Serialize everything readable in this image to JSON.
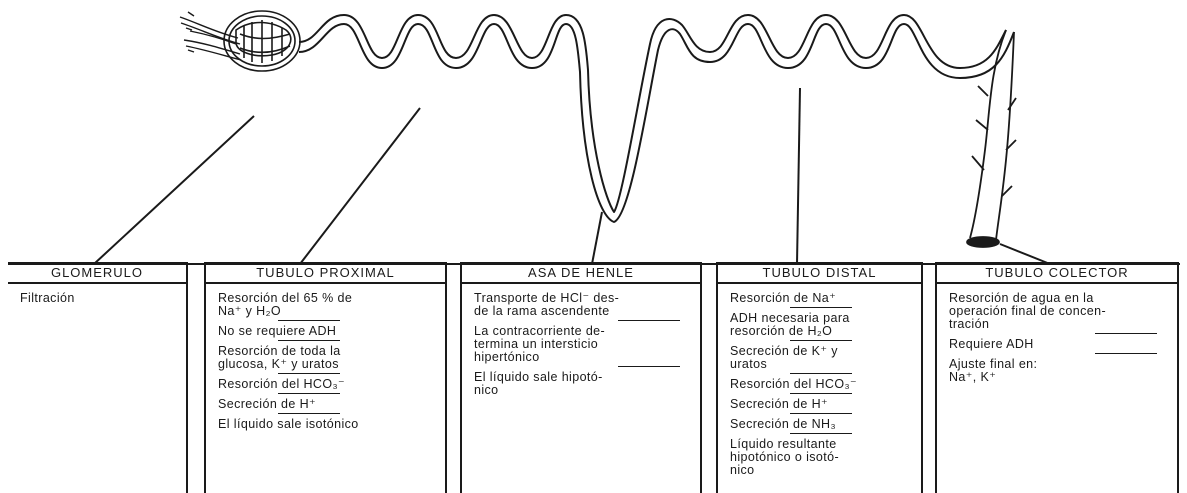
{
  "columns": [
    {
      "title": "GLOMERULO",
      "items": [
        "Filtración"
      ]
    },
    {
      "title": "TUBULO PROXIMAL",
      "items": [
        "Resorción del 65 % de\nNa⁺ y H₂O",
        "No se requiere ADH",
        "Resorción de toda la\nglucosa, K⁺ y uratos",
        "Resorción del HCO₃⁻",
        "Secreción de H⁺",
        "El líquido sale isotónico"
      ]
    },
    {
      "title": "ASA DE HENLE",
      "items": [
        "Transporte de HCl⁻ des-\nde la rama ascendente",
        "La contracorriente de-\ntermina un intersticio\nhipertónico",
        "El líquido sale hipotó-\nnico"
      ]
    },
    {
      "title": "TUBULO DISTAL",
      "items": [
        "Resorción de Na⁺",
        "ADH necesaria para\nresorción de H₂O",
        "Secreción de K⁺ y\nuratos",
        "Resorción del HCO₃⁻",
        "Secreción de H⁺",
        "Secreción de NH₃",
        "Líquido resultante\nhipotónico o isotó-\nnico"
      ]
    },
    {
      "title": "TUBULO COLECTOR",
      "items": [
        "Resorción de agua en la\noperación final de concen-\ntración",
        "Requiere ADH",
        "Ajuste final en:\nNa⁺, K⁺"
      ]
    }
  ]
}
